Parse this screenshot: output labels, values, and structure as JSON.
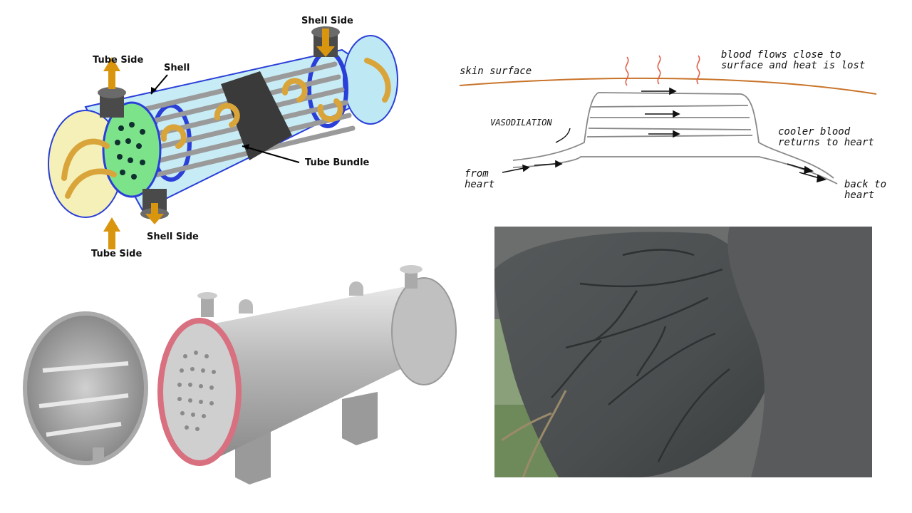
{
  "heat_exchanger_diagram": {
    "labels": {
      "shell_side_top": "Shell Side",
      "tube_side_top": "Tube Side",
      "shell": "Shell",
      "tube_bundle": "Tube Bundle",
      "shell_side_bottom": "Shell Side",
      "tube_side_bottom": "Tube Side"
    },
    "colors": {
      "shell_fill": "#c8ecf5",
      "tubesheet": "#7de38a",
      "arrow": "#d9a53a",
      "band": "#3a3a3a"
    }
  },
  "vasodilation_diagram": {
    "labels": {
      "skin_surface": "skin surface",
      "heat_lost": "blood flows close to\nsurface and heat is lost",
      "vasodilation": "VASODILATION",
      "cooler_blood": "cooler blood\nreturns to heart",
      "from_heart": "from\nheart",
      "back_to_heart": "back to\nheart"
    },
    "colors": {
      "skin_line": "#c8742a",
      "heat_waves": "#e0604a",
      "vessels": "#888888"
    }
  },
  "photo": {
    "subject": "elephant-ear-veins"
  }
}
